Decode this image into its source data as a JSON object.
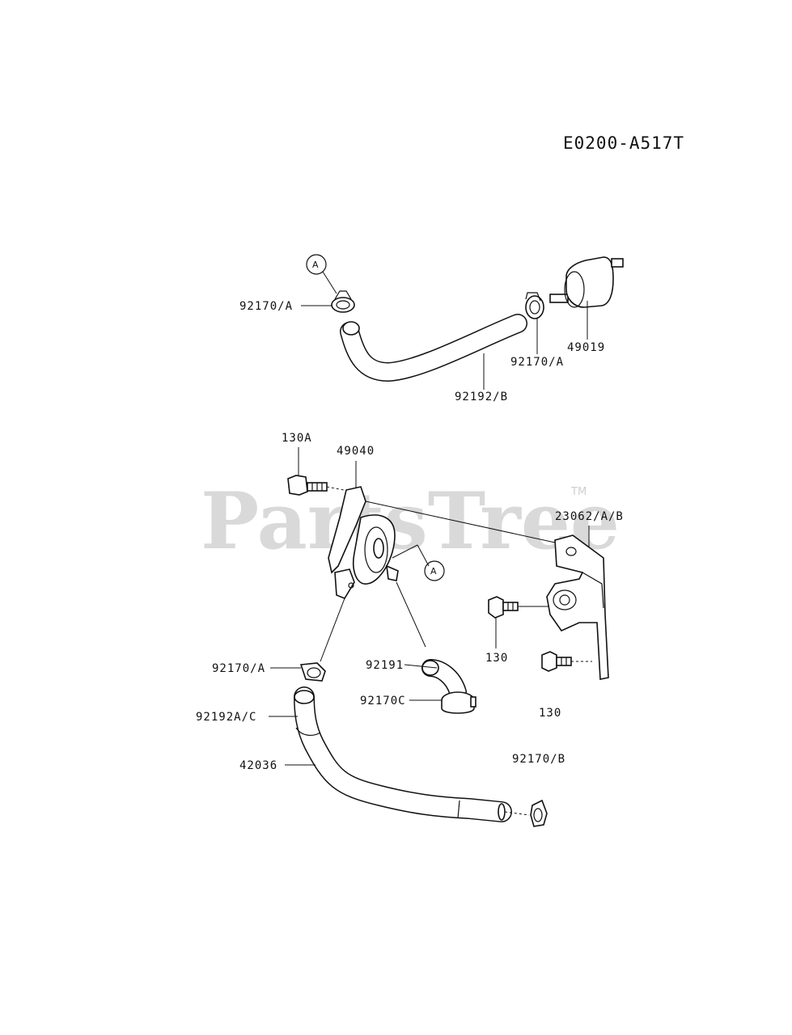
{
  "diagram_code": "E0200-A517T",
  "watermark": {
    "text": "PartsTree",
    "tm": "TM"
  },
  "callout_letter": "A",
  "labels": {
    "clamp_top_left": "92170/A",
    "clamp_top_right": "92170/A",
    "fuel_filter": "49019",
    "hose_top": "92192/B",
    "bolt_130a": "130A",
    "fuel_pump": "49040",
    "bracket": "23062/A/B",
    "bolt_130_upper": "130",
    "bolt_130_lower": "130",
    "clamp_mid_left": "92170/A",
    "hose_short": "92191",
    "clamp_c": "92170C",
    "hose_lower": "92192A/C",
    "hose_long": "42036",
    "clamp_b": "92170/B"
  }
}
